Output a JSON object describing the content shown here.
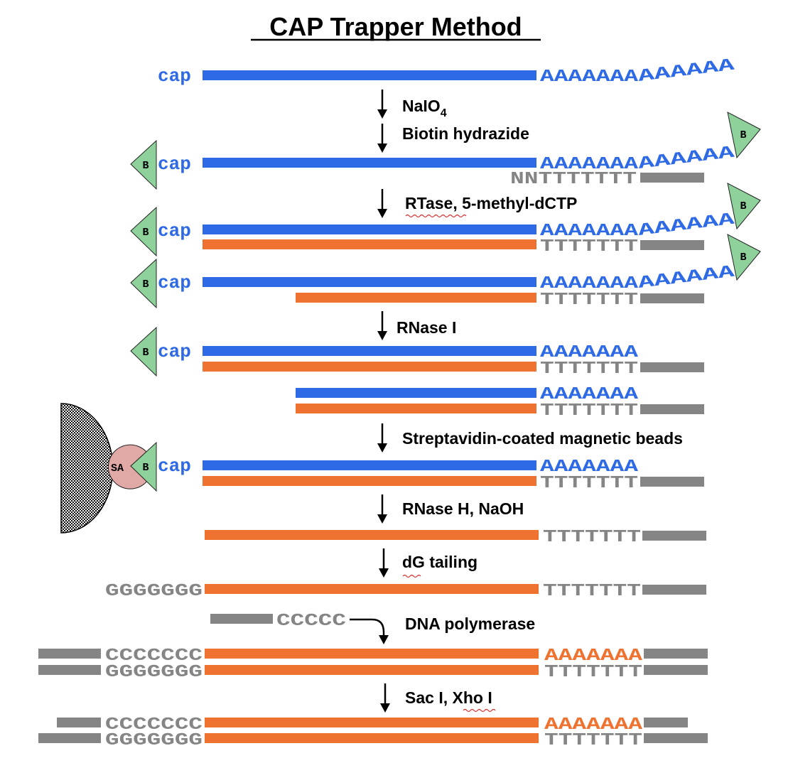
{
  "title": "CAP Trapper Method",
  "colors": {
    "rna_blue": "#2f6ae6",
    "cdna_orange": "#ef7230",
    "linker_gray": "#858585",
    "biotin_green": "#8ed19b",
    "streptavidin_pink": "#e0a9a6",
    "squiggle_red": "#e03030"
  },
  "seq": {
    "cap": "cap",
    "polyA7": "AAAAAAA",
    "polyA6": "AAAAAA",
    "polyT7": "TTTTTTT",
    "nnT": "NNTTTTTTT",
    "g7": "GGGGGGG",
    "c5": "CCCCC",
    "c7": "CCCCCCC"
  },
  "labels": {
    "biotin": "B",
    "streptavidin": "SA"
  },
  "steps": {
    "naio4_prefix": "NaIO",
    "naio4_sub": "4",
    "biotin_hydrazide": "Biotin hydrazide",
    "rtase": "RTase, 5-methyl-dCTP",
    "rnase_i": "RNase I",
    "streptavidin": "Streptavidin-coated magnetic beads",
    "rnase_h": "RNase H, NaOH",
    "dg_tailing": "dG tailing",
    "dna_polymerase": "DNA polymerase",
    "sac_xho": "Sac I, Xho I"
  }
}
